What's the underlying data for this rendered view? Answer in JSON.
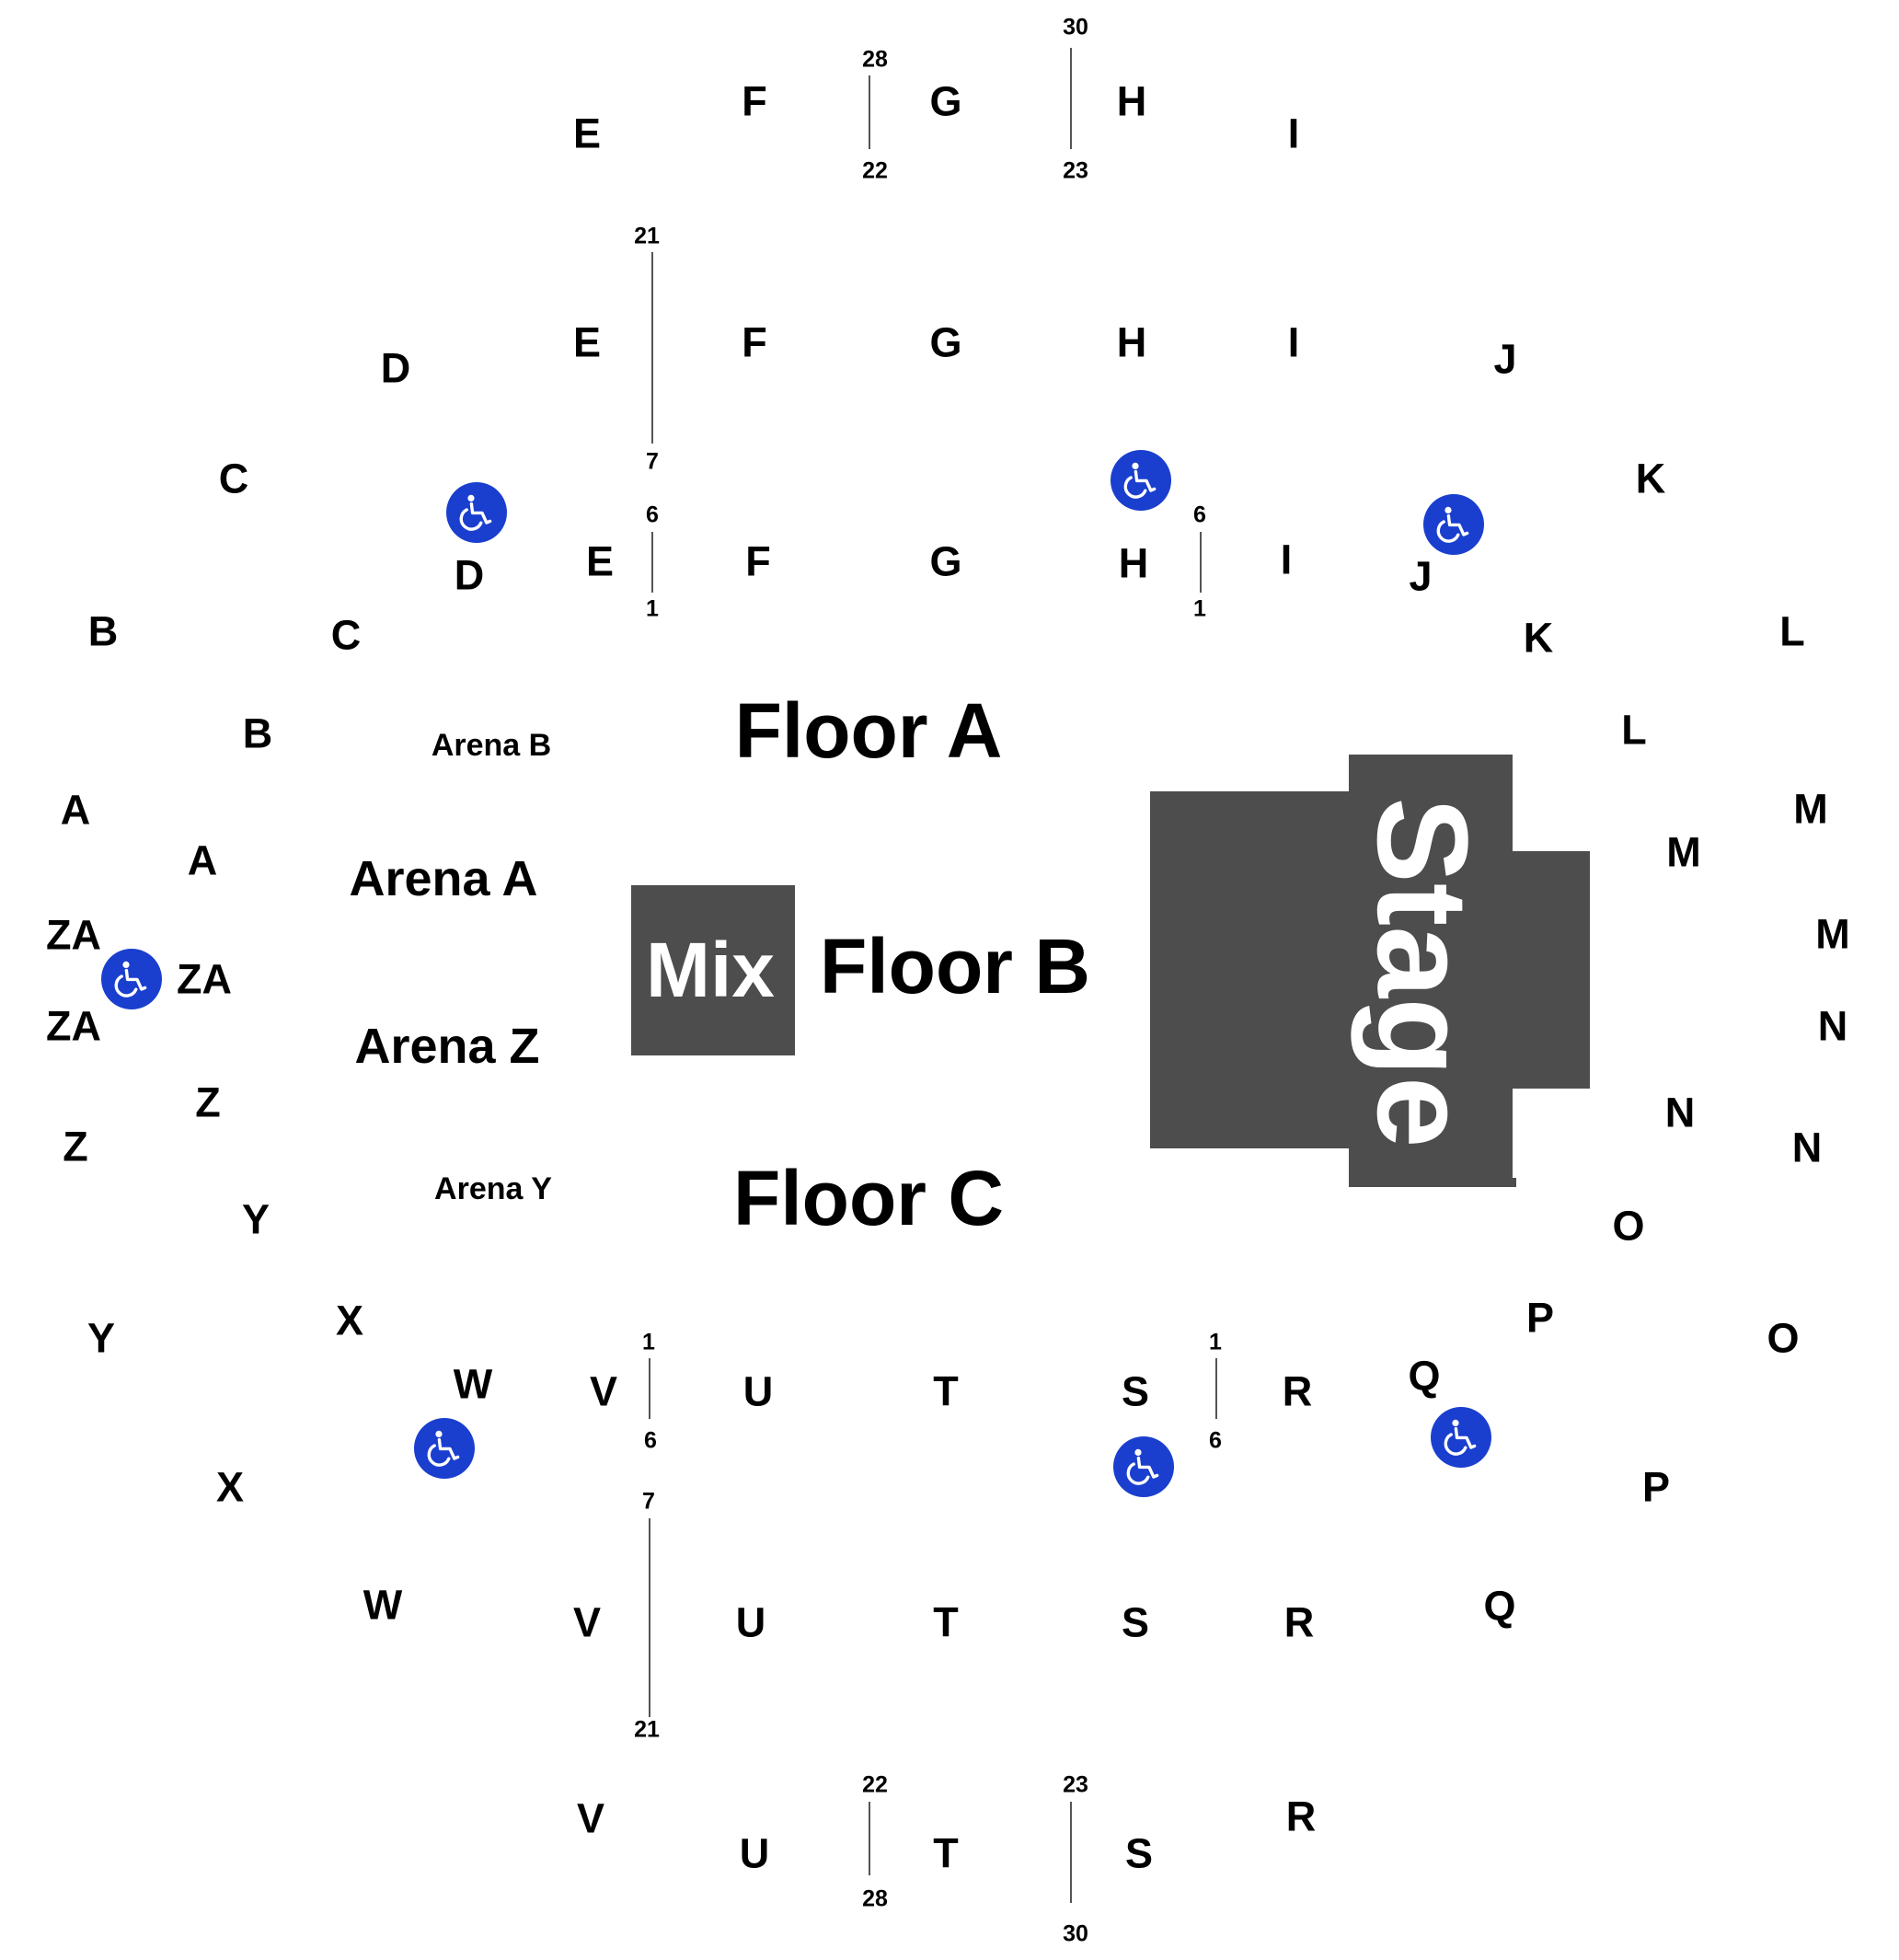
{
  "colors": {
    "block": "#4d4d4d",
    "accessible": "#1a3fcf",
    "text": "#000000",
    "block_text": "#ffffff"
  },
  "venue": {
    "stage_label": "Stage",
    "mix_label": "Mix",
    "floors": [
      "Floor A",
      "Floor B",
      "Floor C"
    ],
    "arenas": [
      "Arena B",
      "Arena A",
      "Arena Z",
      "Arena Y"
    ]
  },
  "sections_north": {
    "ring_outer": [
      "E",
      "F",
      "G",
      "H",
      "I"
    ],
    "ring_middle": [
      "D",
      "E",
      "F",
      "G",
      "H",
      "I",
      "J"
    ],
    "ring_inner": [
      "D",
      "E",
      "F",
      "G",
      "H",
      "I",
      "J",
      "K"
    ],
    "west": [
      "C",
      "B",
      "C",
      "B",
      "A",
      "A",
      "ZA",
      "ZA",
      "ZA"
    ],
    "east": [
      "K",
      "L",
      "L",
      "M",
      "M",
      "M",
      "N",
      "N",
      "N",
      "O"
    ]
  },
  "sections_south": {
    "west": [
      "Z",
      "Z",
      "Y",
      "Y",
      "X",
      "X",
      "W",
      "W"
    ],
    "ring_inner": [
      "V",
      "U",
      "T",
      "S",
      "R",
      "Q",
      "P"
    ],
    "ring_middle": [
      "V",
      "U",
      "T",
      "S",
      "R",
      "Q",
      "P",
      "O"
    ],
    "ring_outer": [
      "V",
      "U",
      "T",
      "S",
      "R"
    ]
  },
  "row_markers": {
    "north_outer": [
      {
        "top": "28",
        "bottom": "22"
      },
      {
        "top": "30",
        "bottom": "23"
      }
    ],
    "north_middle": {
      "top": "21",
      "bottom": "7"
    },
    "north_inner": [
      {
        "top": "6",
        "bottom": "1"
      },
      {
        "top": "6",
        "bottom": "1"
      }
    ],
    "south_inner": [
      {
        "top": "1",
        "bottom": "6"
      },
      {
        "top": "1",
        "bottom": "6"
      }
    ],
    "south_middle": {
      "top": "7",
      "bottom": "21"
    },
    "south_outer": [
      {
        "top": "22",
        "bottom": "28"
      },
      {
        "top": "23",
        "bottom": "30"
      }
    ]
  },
  "accessible_icon": "wheelchair-icon"
}
